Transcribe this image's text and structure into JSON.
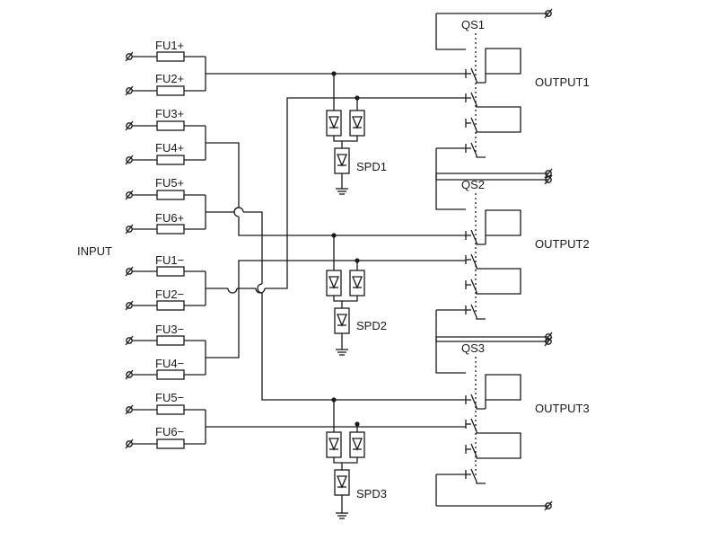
{
  "input_label": "INPUT",
  "fuses": [
    "FU1+",
    "FU2+",
    "FU3+",
    "FU4+",
    "FU5+",
    "FU6+",
    "FU1−",
    "FU2−",
    "FU3−",
    "FU4−",
    "FU5−",
    "FU6−"
  ],
  "spds": [
    "SPD1",
    "SPD2",
    "SPD3"
  ],
  "switches": [
    "QS1",
    "QS2",
    "QS3"
  ],
  "outputs": [
    "OUTPUT1",
    "OUTPUT2",
    "OUTPUT3"
  ]
}
